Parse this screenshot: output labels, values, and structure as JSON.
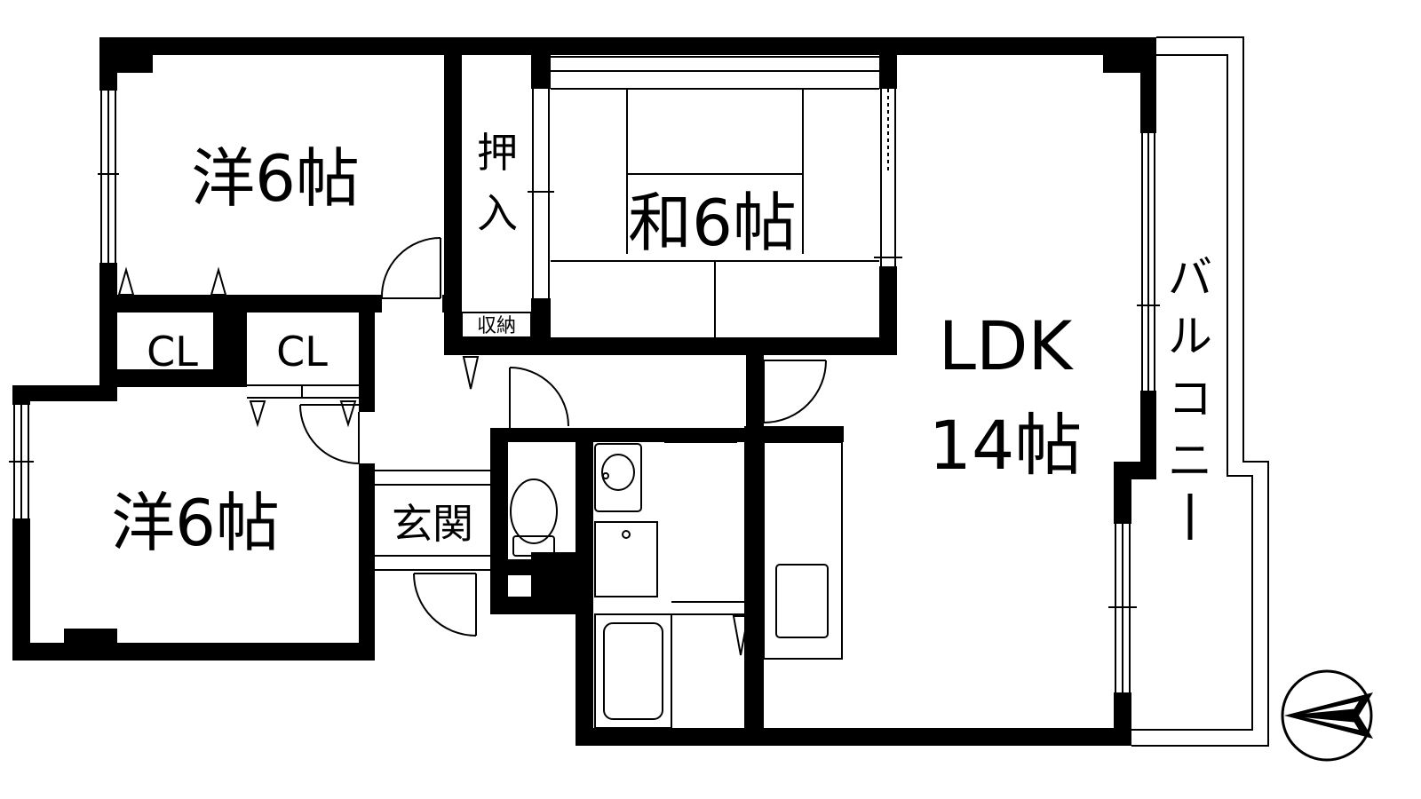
{
  "rooms": {
    "western_top": "洋6帖",
    "japanese": "和6帖",
    "western_bottom": "洋6帖",
    "oshiire_line1": "押",
    "oshiire_line2": "入",
    "closet_left": "CL",
    "closet_right": "CL",
    "storage": "収納",
    "entrance": "玄関",
    "ldk_line1": "LDK",
    "ldk_line2": "14帖",
    "balcony": [
      "バ",
      "ル",
      "コ",
      "ニ",
      "ー"
    ]
  },
  "colors": {
    "wall": "#000000",
    "background": "#ffffff"
  },
  "icons": {
    "compass": "north-arrow-icon"
  }
}
